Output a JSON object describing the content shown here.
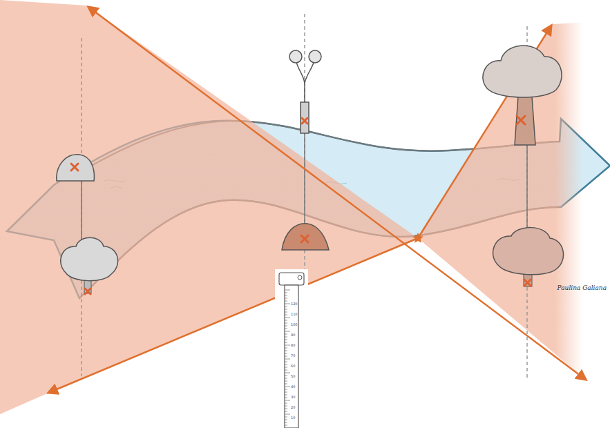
{
  "diagram": {
    "labels": [
      "120",
      "110",
      "100",
      "90",
      "80",
      "70",
      "60",
      "50",
      "40",
      "30",
      "20",
      "10",
      "Paulina Galiana"
    ]
  }
}
